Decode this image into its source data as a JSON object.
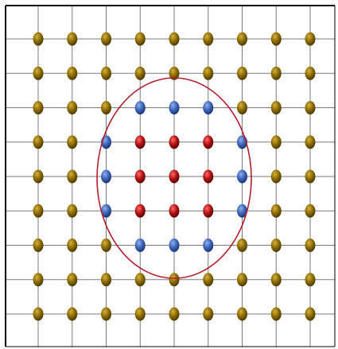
{
  "diagram": {
    "grid": {
      "columns": 9,
      "rows": 9,
      "line_color": "#7a7a7a",
      "frame_color": "#000000",
      "background": "#ffffff"
    },
    "atom_types": {
      "outer": {
        "color": "#8a6a00",
        "highlight": "#d4b040",
        "shadow": "#4a3800"
      },
      "shell": {
        "color": "#3a63b8",
        "highlight": "#8fb0ea",
        "shadow": "#1b3470"
      },
      "core": {
        "color": "#b01010",
        "highlight": "#ff6a6a",
        "shadow": "#5a0000"
      }
    },
    "site_layout": [
      [
        "outer",
        "outer",
        "outer",
        "outer",
        "outer",
        "outer",
        "outer",
        "outer",
        "outer"
      ],
      [
        "outer",
        "outer",
        "outer",
        "outer",
        "outer",
        "outer",
        "outer",
        "outer",
        "outer"
      ],
      [
        "outer",
        "outer",
        "outer",
        "shell",
        "shell",
        "shell",
        "outer",
        "outer",
        "outer"
      ],
      [
        "outer",
        "outer",
        "shell",
        "core",
        "core",
        "core",
        "shell",
        "outer",
        "outer"
      ],
      [
        "outer",
        "outer",
        "shell",
        "core",
        "core",
        "core",
        "shell",
        "outer",
        "outer"
      ],
      [
        "outer",
        "outer",
        "shell",
        "core",
        "core",
        "core",
        "shell",
        "outer",
        "outer"
      ],
      [
        "outer",
        "outer",
        "outer",
        "shell",
        "shell",
        "shell",
        "outer",
        "outer",
        "outer"
      ],
      [
        "outer",
        "outer",
        "outer",
        "outer",
        "outer",
        "outer",
        "outer",
        "outer",
        "outer"
      ],
      [
        "outer",
        "outer",
        "outer",
        "outer",
        "outer",
        "outer",
        "outer",
        "outer",
        "outer"
      ]
    ],
    "boundary": {
      "shape": "ellipse",
      "color": "#b02030"
    }
  }
}
